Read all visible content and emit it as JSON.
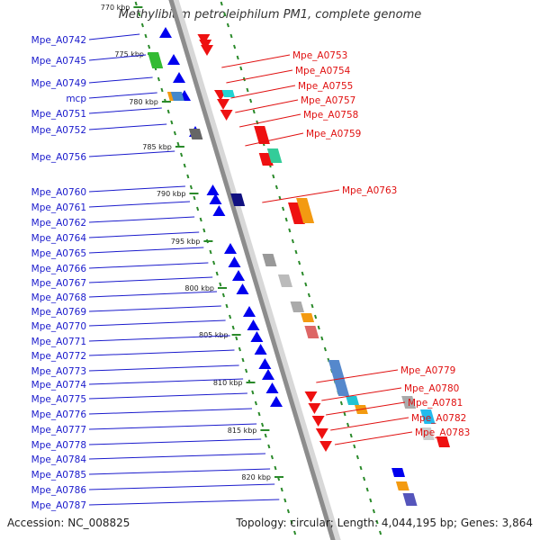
{
  "title": "Methylibium petroleiphilum PM1, complete genome",
  "accession": "Accession: NC_008825",
  "summary": "Topology: circular; Length: 4,044,195 bp; Genes: 3,864",
  "colors": {
    "left_labels": "#1a1acc",
    "right_labels": "#e01010",
    "backbone": "#8c8c8c",
    "ticks": "#2a8a2a"
  },
  "ticks": [
    "770 kbp",
    "775 kbp",
    "780 kbp",
    "785 kbp",
    "790 kbp",
    "795 kbp",
    "800 kbp",
    "805 kbp",
    "810 kbp",
    "815 kbp",
    "820 kbp"
  ],
  "left_genes": [
    "Mpe_A0742",
    "Mpe_A0745",
    "Mpe_A0749",
    "mcp",
    "Mpe_A0751",
    "Mpe_A0752",
    "Mpe_A0756",
    "Mpe_A0760",
    "Mpe_A0761",
    "Mpe_A0762",
    "Mpe_A0764",
    "Mpe_A0765",
    "Mpe_A0766",
    "Mpe_A0767",
    "Mpe_A0768",
    "Mpe_A0769",
    "Mpe_A0770",
    "Mpe_A0771",
    "Mpe_A0772",
    "Mpe_A0773",
    "Mpe_A0774",
    "Mpe_A0775",
    "Mpe_A0776",
    "Mpe_A0777",
    "Mpe_A0778",
    "Mpe_A0784",
    "Mpe_A0785",
    "Mpe_A0786",
    "Mpe_A0787"
  ],
  "right_genes": [
    "Mpe_A0753",
    "Mpe_A0754",
    "Mpe_A0755",
    "Mpe_A0757",
    "Mpe_A0758",
    "Mpe_A0759",
    "Mpe_A0763",
    "Mpe_A0779",
    "Mpe_A0780",
    "Mpe_A0781",
    "Mpe_A0782",
    "Mpe_A0783"
  ]
}
